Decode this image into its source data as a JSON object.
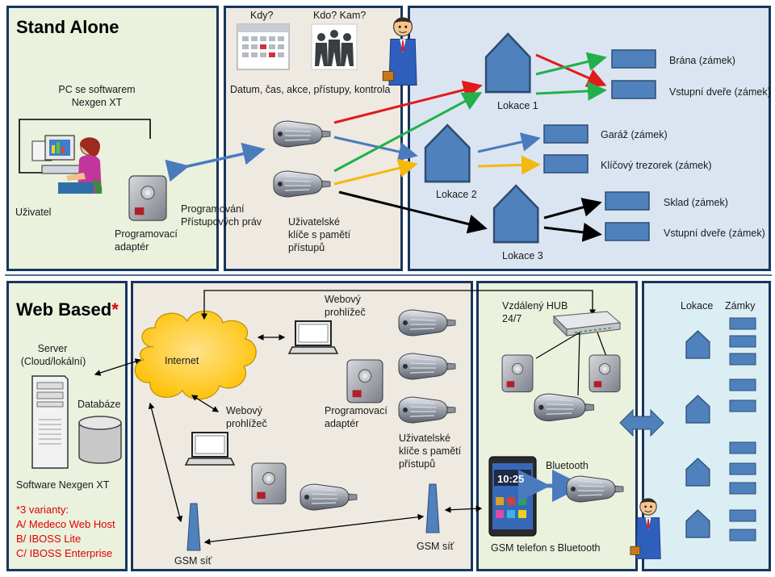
{
  "standalone": {
    "title": "Stand Alone",
    "pc_label_1": "PC se softwarem",
    "pc_label_2": "Nexgen XT",
    "user_label": "Uživatel",
    "adapter_label_1": "Programovací",
    "adapter_label_2": "adaptér",
    "programming_label_1": "Programování",
    "programming_label_2": "Přístupových práv",
    "when_label": "Kdy?",
    "who_label": "Kdo? Kam?",
    "events_label": "Datum, čas, akce, přístupy, kontrola",
    "keys_label_1": "Uživatelské",
    "keys_label_2": "klíče s pamětí",
    "keys_label_3": "přístupů",
    "location_1": "Lokace 1",
    "location_2": "Lokace 2",
    "location_3": "Lokace 3",
    "lock_gate": "Brána (zámek)",
    "lock_entry_1": "Vstupní dveře (zámek)",
    "lock_garage": "Garáž (zámek)",
    "lock_safe": "Klíčový trezorek (zámek)",
    "lock_store": "Sklad (zámek)",
    "lock_entry_2": "Vstupní dveře (zámek)"
  },
  "webbased": {
    "title": "Web Based",
    "title_star": "*",
    "server_label_1": "Server",
    "server_label_2": "(Cloud/lokální)",
    "database_label": "Databáze",
    "software_label": "Software Nexgen XT",
    "variants_1": "*3 varianty:",
    "variants_2": "A/ Medeco Web Host",
    "variants_3": "B/ IBOSS Lite",
    "variants_4": "C/ IBOSS Enterprise",
    "internet_label": "Internet",
    "browser_top_1": "Webový",
    "browser_top_2": "prohlížeč",
    "browser_mid_1": "Webový",
    "browser_mid_2": "prohlížeč",
    "adapter_label_1": "Programovací",
    "adapter_label_2": "adaptér",
    "keys_label_1": "Uživatelské",
    "keys_label_2": "klíče s pamětí",
    "keys_label_3": "přístupů",
    "gsm_left": "GSM síť",
    "gsm_right": "GSM síť",
    "hub_label_1": "Vzdálený HUB",
    "hub_label_2": "24/7",
    "bluetooth_label": "Bluetooth",
    "phone_label": "GSM telefon s Bluetooth",
    "phone_clock": "10:25",
    "locations_header": "Lokace",
    "locks_header": "Zámky"
  },
  "colors": {
    "arrow_red": "#e21a1a",
    "arrow_green": "#22b04b",
    "arrow_blue": "#4a7bbd",
    "arrow_yellow": "#f5b90e",
    "arrow_black": "#000000",
    "house_fill": "#4f81bd",
    "lock_fill": "#4f81bd",
    "panel_border": "#17365d"
  }
}
